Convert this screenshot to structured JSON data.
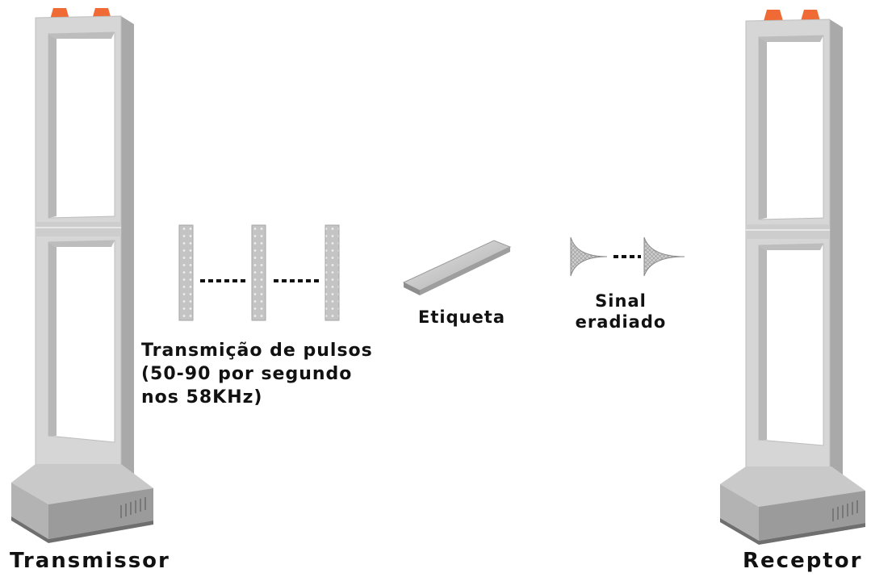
{
  "labels": {
    "transmitter": "Transmissor",
    "receiver": "Receptor",
    "pulses": "Transmição de pulsos\n(50-90 por segundo\nnos 58KHz)",
    "tag": "Etiqueta",
    "signal": "Sinal\neradiado"
  },
  "colors": {
    "gate_face": "#d6d6d6",
    "gate_side": "#a9a9a9",
    "gate_top": "#ef6a35",
    "base": "#c9c9c9",
    "pulse_bar": "#c6c6c6"
  }
}
